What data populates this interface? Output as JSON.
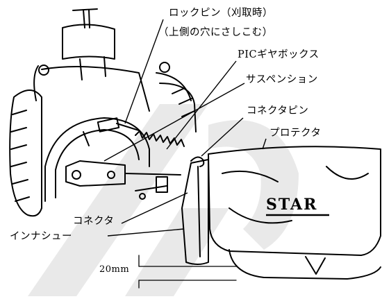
{
  "labels": {
    "lock_pin": "ロックピン（刈取時）",
    "lock_pin_note": "（上側の穴にさしこむ）",
    "pic_gearbox": "PICギヤボックス",
    "suspension": "サスペンション",
    "connector_pin": "コネクタピン",
    "protector": "プロテクタ",
    "connector": "コネクタ",
    "inner_shoe": "インナシュー",
    "dimension": "20mm",
    "brand": "STAR"
  },
  "colors": {
    "ink": "#000000",
    "watermark": "#e8e8e8",
    "background": "#ffffff"
  }
}
